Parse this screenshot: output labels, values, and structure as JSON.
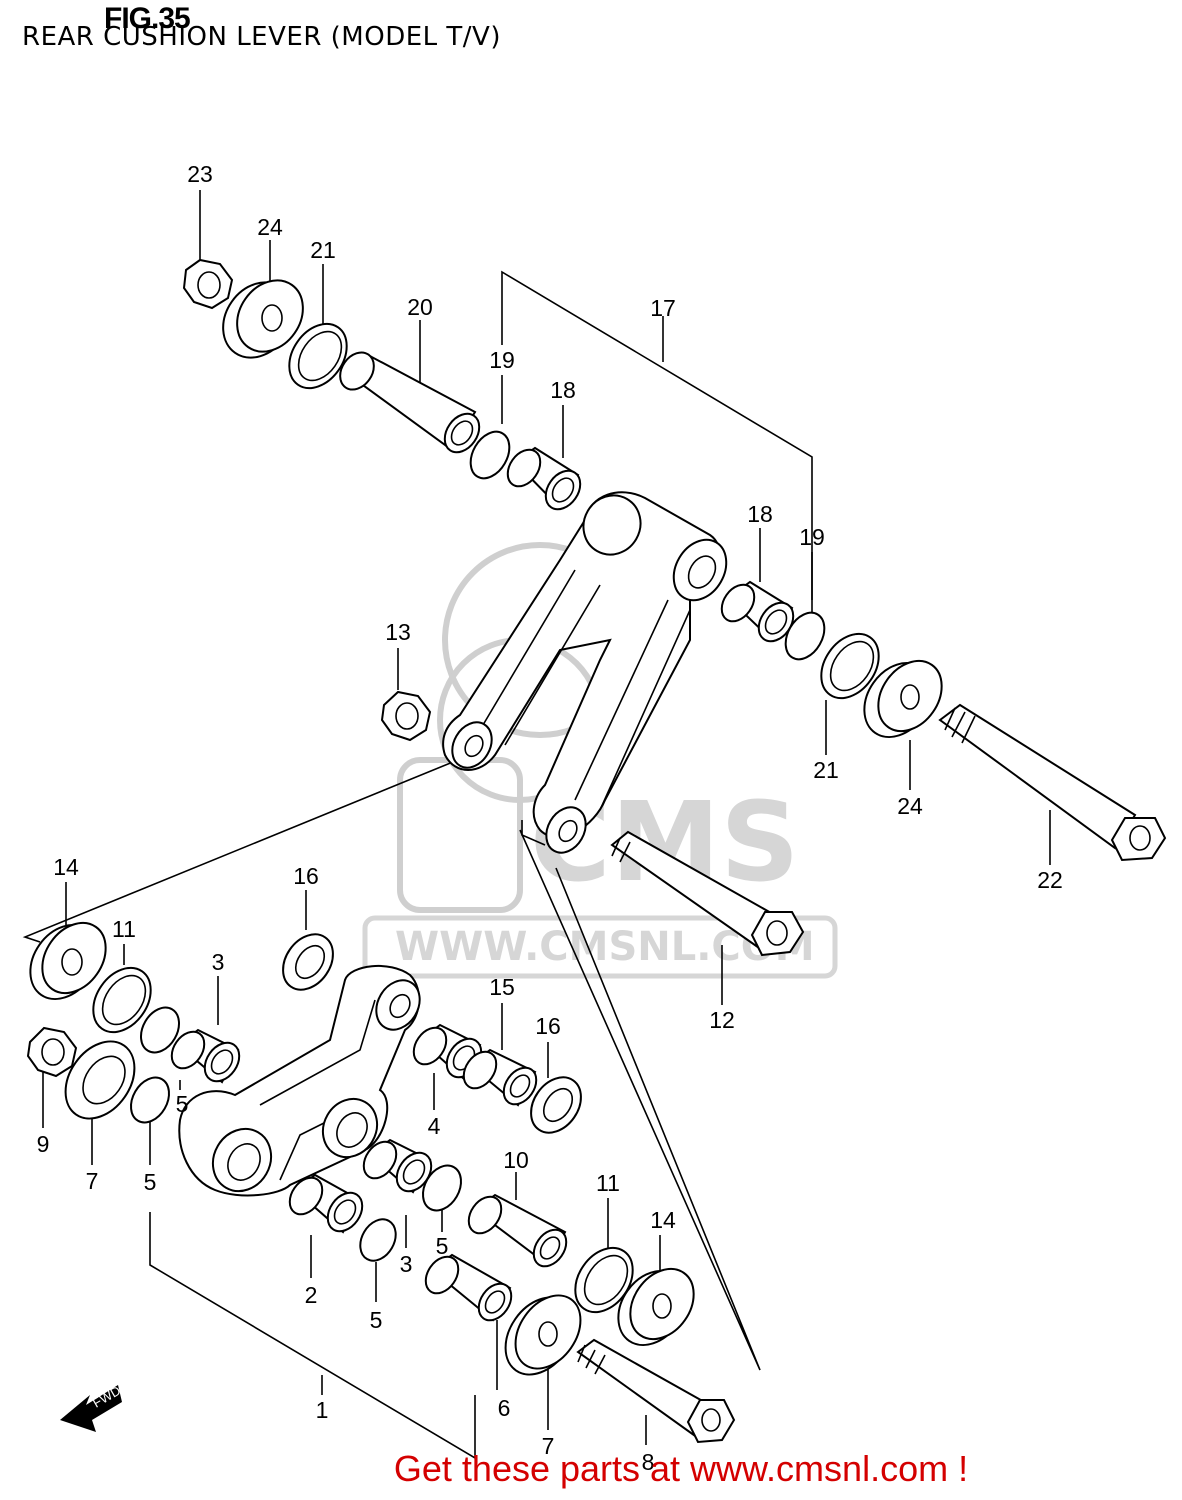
{
  "figure": {
    "title": "FIG.35",
    "subtitle": "REAR CUSHION LEVER (MODEL T/V)"
  },
  "watermark": {
    "site": "WWW.CMSNL.COM",
    "logo": "CMS"
  },
  "direction_badge": "FWD",
  "footer": {
    "text": "Get these parts at www.cmsnl.com !",
    "color": "#d40000"
  },
  "callouts": [
    {
      "id": "c23a",
      "label": "23"
    },
    {
      "id": "c24a",
      "label": "24"
    },
    {
      "id": "c21a",
      "label": "21"
    },
    {
      "id": "c20",
      "label": "20"
    },
    {
      "id": "c19a",
      "label": "19"
    },
    {
      "id": "c18a",
      "label": "18"
    },
    {
      "id": "c17",
      "label": "17"
    },
    {
      "id": "c18b",
      "label": "18"
    },
    {
      "id": "c19b",
      "label": "19"
    },
    {
      "id": "c13",
      "label": "13"
    },
    {
      "id": "c21b",
      "label": "21"
    },
    {
      "id": "c24b",
      "label": "24"
    },
    {
      "id": "c22",
      "label": "22"
    },
    {
      "id": "c14a",
      "label": "14"
    },
    {
      "id": "c11a",
      "label": "11"
    },
    {
      "id": "c3a",
      "label": "3"
    },
    {
      "id": "c16a",
      "label": "16"
    },
    {
      "id": "c15",
      "label": "15"
    },
    {
      "id": "c16b",
      "label": "16"
    },
    {
      "id": "c12",
      "label": "12"
    },
    {
      "id": "c9",
      "label": "9"
    },
    {
      "id": "c7a",
      "label": "7"
    },
    {
      "id": "c5a",
      "label": "5"
    },
    {
      "id": "c5b",
      "label": "5"
    },
    {
      "id": "c4",
      "label": "4"
    },
    {
      "id": "c10",
      "label": "10"
    },
    {
      "id": "c11b",
      "label": "11"
    },
    {
      "id": "c14b",
      "label": "14"
    },
    {
      "id": "c2",
      "label": "2"
    },
    {
      "id": "c3b",
      "label": "3"
    },
    {
      "id": "c5c",
      "label": "5"
    },
    {
      "id": "c5d",
      "label": "5"
    },
    {
      "id": "c6",
      "label": "6"
    },
    {
      "id": "c7b",
      "label": "7"
    },
    {
      "id": "c1",
      "label": "1"
    },
    {
      "id": "c8",
      "label": "8"
    }
  ]
}
